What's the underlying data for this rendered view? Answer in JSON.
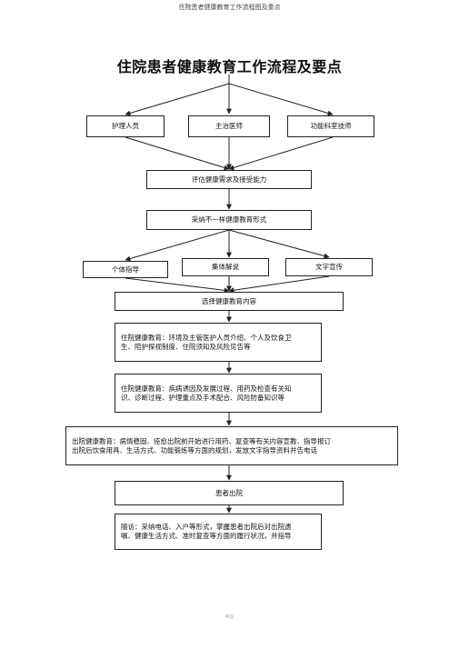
{
  "page_header": "住院患者健康教育工作流程图及重点",
  "title": "住院患者健康教育工作流程及要点",
  "roles": [
    "护理人员",
    "主治医师",
    "功能科室技师"
  ],
  "assess": "评估健康需求及接受能力",
  "forms_intro": "采纳不一样健康教育形式",
  "forms": [
    "个体指导",
    "集体解说",
    "文字宣传"
  ],
  "select_content": "选择健康教育内容",
  "admission_edu": [
    "住院健康教育：环境及主管医护人员介绍、个人及饮食卫",
    "生、陪护探视制度、住院须知及风险见告等"
  ],
  "hospital_edu": [
    "住院健康教育：疾病诱因及发展过程、用药及检查有关知",
    "识、诊断过程、护理重点及手术配合、风险防备知识等"
  ],
  "discharge_edu": [
    "出院健康教育：病情稳固、痊愈出院前开始进行用药、复查等有关内容宣教、指导报订",
    "出院后饮食用具、生活方式、功能锻炼等方面的规划，发放文字指导资料并告电话"
  ],
  "discharge": "患者出院",
  "followup": [
    "随访：采纳电话、入户等形式，掌握患者出院后对出院遗",
    "嘱、健康生活方式、准时复查等方面的履行状况，并指导"
  ],
  "footer": "中企"
}
